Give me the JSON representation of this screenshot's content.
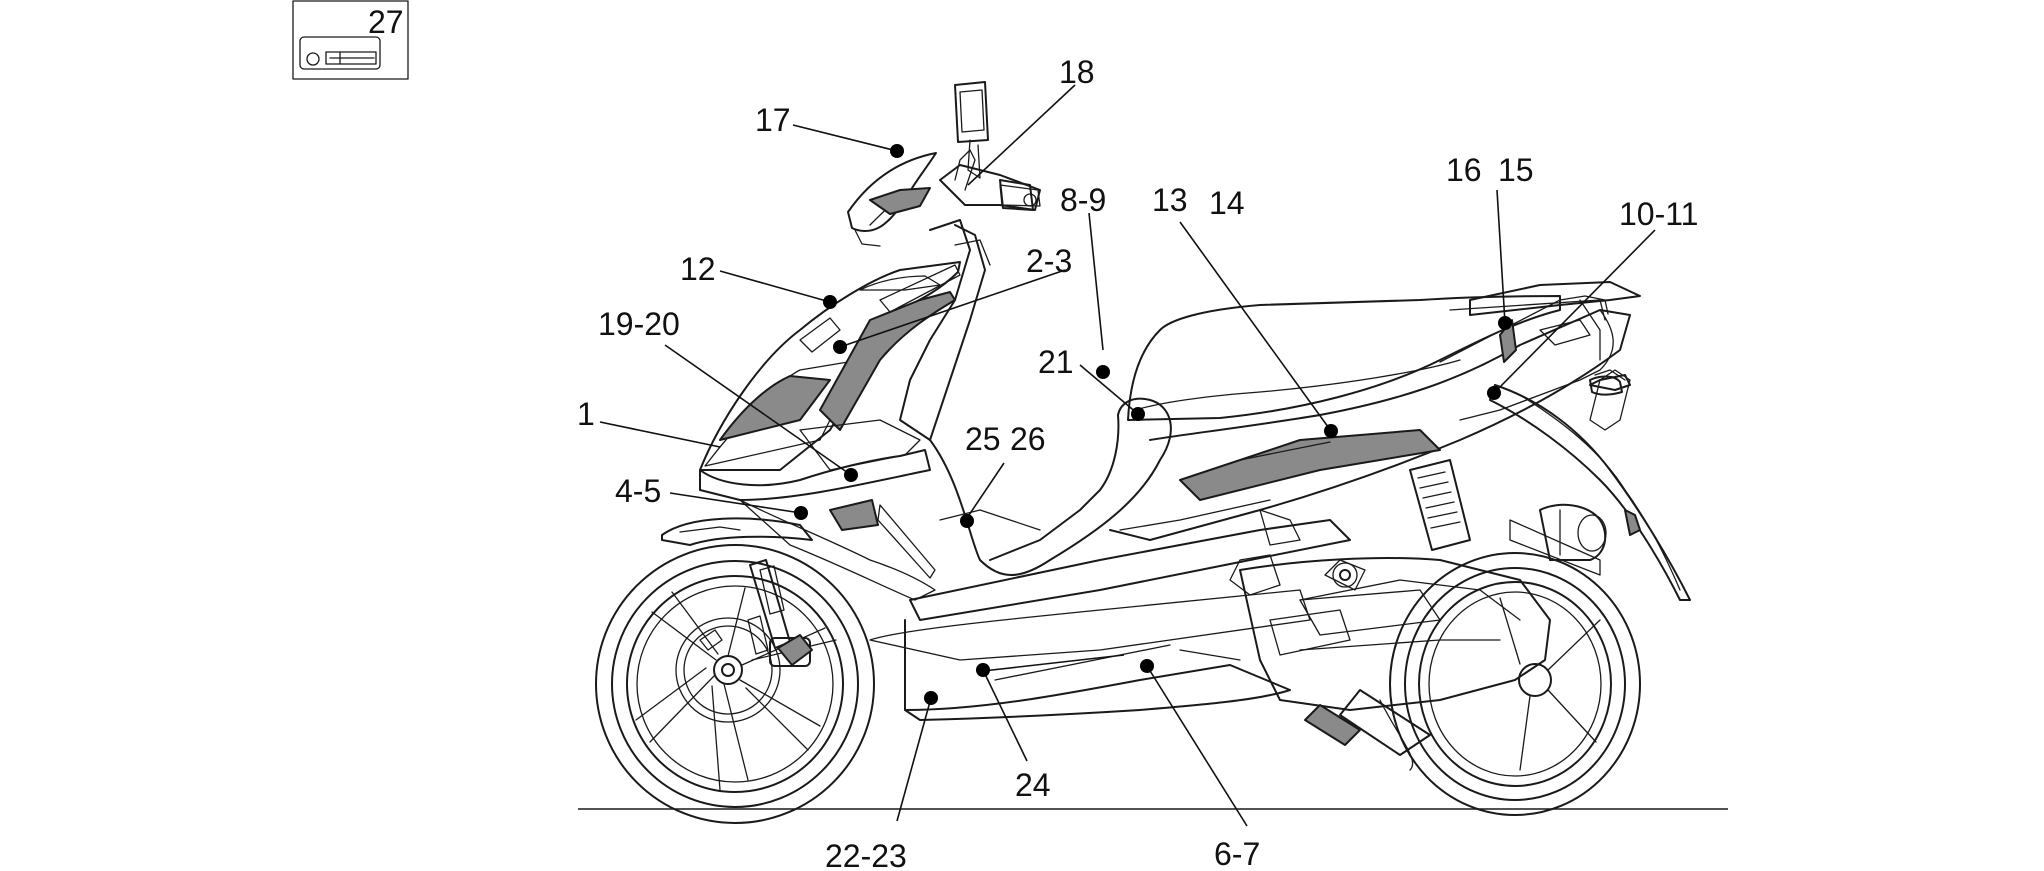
{
  "callouts": [
    {
      "id": "c1",
      "label": "1"
    },
    {
      "id": "c2",
      "label": "2-3"
    },
    {
      "id": "c3",
      "label": "4-5"
    },
    {
      "id": "c4",
      "label": "6-7"
    },
    {
      "id": "c5",
      "label": "8-9"
    },
    {
      "id": "c6",
      "label": "10-11"
    },
    {
      "id": "c7",
      "label": "12"
    },
    {
      "id": "c8",
      "label": "13"
    },
    {
      "id": "c9",
      "label": "14"
    },
    {
      "id": "c10",
      "label": "15"
    },
    {
      "id": "c11",
      "label": "16"
    },
    {
      "id": "c12",
      "label": "17"
    },
    {
      "id": "c13",
      "label": "18"
    },
    {
      "id": "c14",
      "label": "19-20"
    },
    {
      "id": "c15",
      "label": "21"
    },
    {
      "id": "c16",
      "label": "22-23"
    },
    {
      "id": "c17",
      "label": "24"
    },
    {
      "id": "c18",
      "label": "25"
    },
    {
      "id": "c19",
      "label": "26"
    }
  ],
  "inset": {
    "label": "27"
  }
}
